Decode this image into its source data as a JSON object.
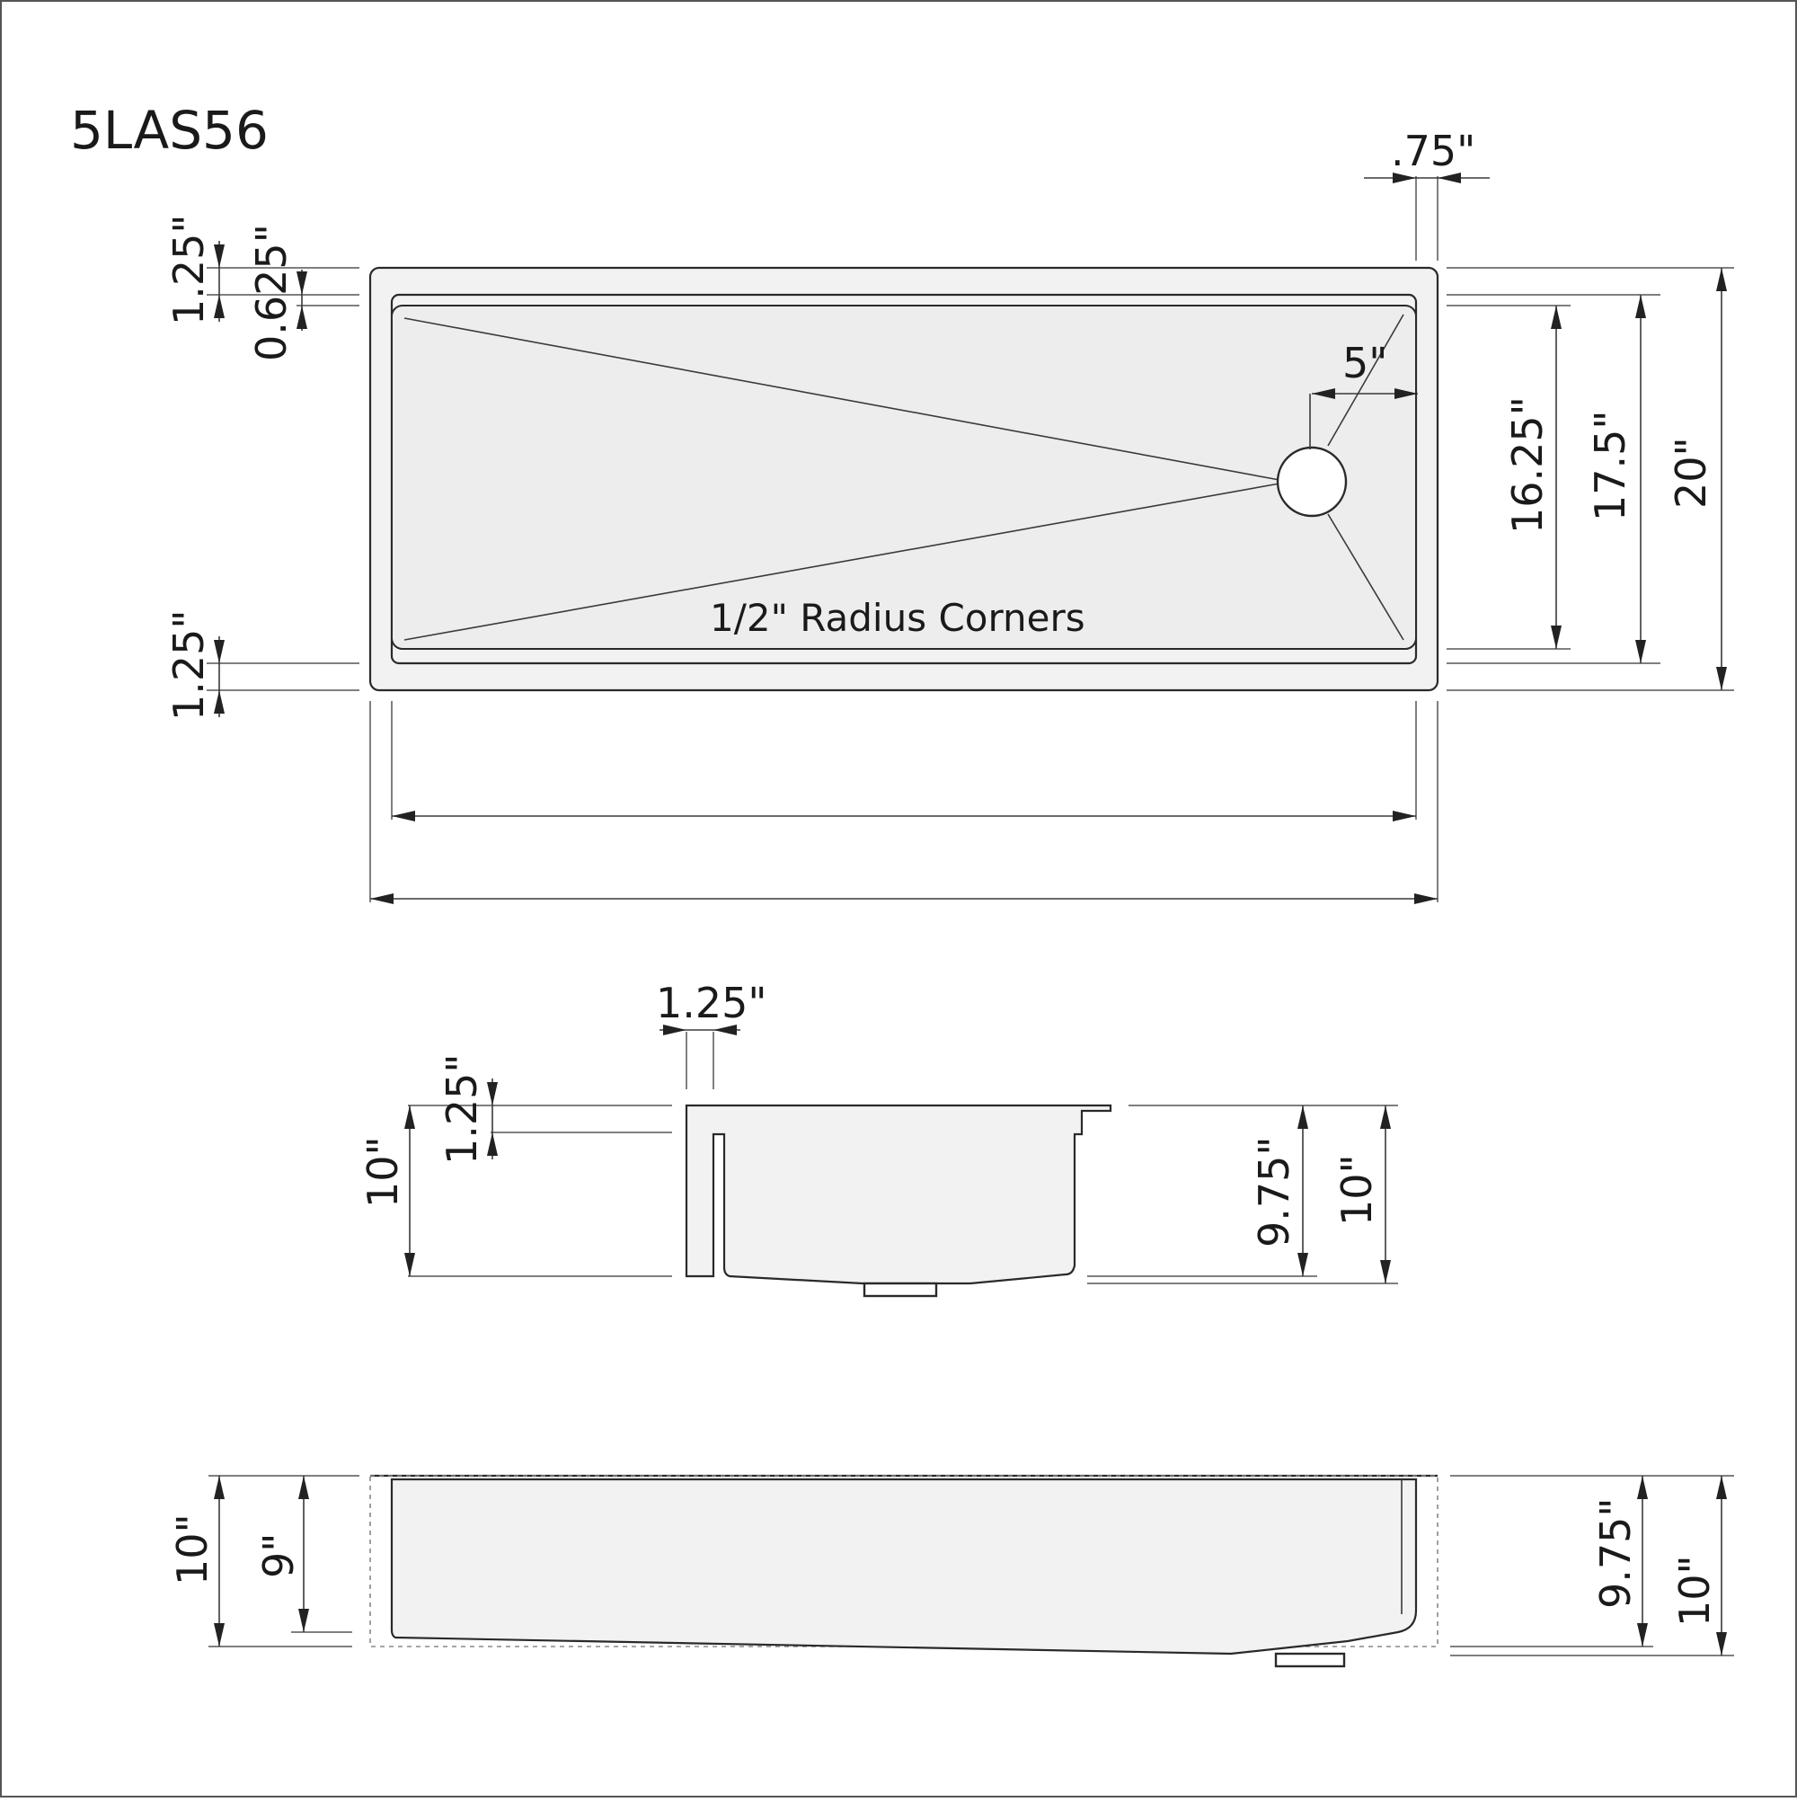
{
  "model": "5LAS56",
  "top_view": {
    "flange_width": ".75\"",
    "top_rim": "1.25\"",
    "ledge": "0.625\"",
    "bottom_rim": "1.25\"",
    "drain_offset": "5\"",
    "inner_depth": "16.25\"",
    "ledge_depth": "17.5\"",
    "overall_depth": "20\"",
    "note": "1/2\" Radius Corners"
  },
  "side_view": {
    "wall_thickness": "1.25\"",
    "ledge_drop": "1.25\"",
    "left_height": "10\"",
    "right_inner_height": "9.75\"",
    "right_height": "10\""
  },
  "front_view": {
    "overall_height": "10\"",
    "shallow_height": "9\"",
    "deep_inner_height": "9.75\"",
    "deep_height": "10\""
  }
}
